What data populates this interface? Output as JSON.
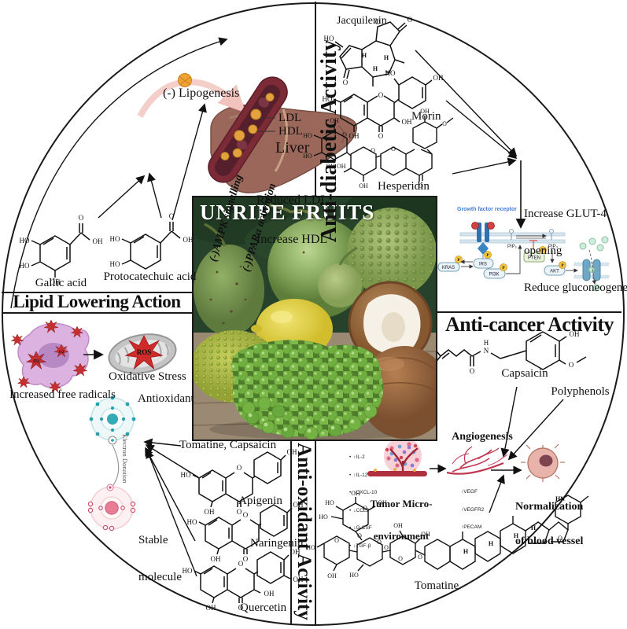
{
  "atoms": {
    "oh": "OH",
    "ho": "HO",
    "o": "O",
    "h": "H",
    "n": "N",
    "hn": "HN",
    "o2": "O2",
    "p": "P",
    "ohoh": "OH OH",
    "ch3": ""
  },
  "center": {
    "title": "UNRIPE FRUITS"
  },
  "lipid": {
    "title": "Lipid Lowering Action",
    "liver": "Liver",
    "lipogenesis": "(-) Lipogenesis",
    "ampk": "(-)AMPK signalling",
    "ppar": "(-)PPARα activation",
    "ldl": "LDL",
    "hdl": "HDL",
    "result1": "Reduced LDL;",
    "result2": "Increase HDL",
    "gallic": "Gallic acid",
    "protocatechuic": "Protocatechuic acid"
  },
  "diabetic": {
    "title": "Anti-diabetic Activity",
    "jacquilenin": "Jacquilenin",
    "morin": "Morin",
    "hesperidin": "Hesperidin",
    "effect1": "Increase GLUT-4",
    "effect2": "opening",
    "effect3": "Reduce gluconeogenesis",
    "receptor": "Growth factor receptor",
    "kras": "KRAS",
    "irs": "IRS",
    "pi3k": "PI3K",
    "pten": "PTEN",
    "akt": "AKT",
    "pip2": "PIP₂",
    "pip3": "PIP₃"
  },
  "cancer": {
    "title": "Anti-cancer Activity",
    "capsaicin": "Capsaicin",
    "polyphenols": "Polyphenols",
    "bullet": "•",
    "tme1": "Tumor Micro-",
    "tme2": "environment",
    "tme_factors": [
      "↑IL-2",
      "↑IL-12",
      "↑CXCL-10",
      "↓CCL2",
      "↓G-CSF",
      "↓TGF-β"
    ],
    "angiogenesis": "Angiogenesis",
    "angio_factors": [
      "↑VEGF",
      "↑VEGFR2",
      "↑PECAM"
    ],
    "norm1": "Normalization",
    "norm2": "of blood vessel",
    "tomatine": "Tomatine"
  },
  "antioxidant": {
    "title": "Anti-oxidant Activity",
    "free_radicals": "Increased free radicals",
    "ros": "ROS",
    "oxidative": "Oxidative Stress",
    "antiox": "Antioxidant",
    "electron": "Electron Donation",
    "stable1": "Stable",
    "stable2": "molecule",
    "tomatine_capsaicin": "Tomatine, Capsaicin",
    "apigenin": "Apigenin",
    "naringenin": "Naringenin",
    "quercetin": "Quercetin"
  },
  "colors": {
    "vessel_red": "#7b2a36",
    "ldl_orange": "#e3a23b",
    "liver_brown": "#9b675a",
    "ros_red": "#cf2b2b",
    "atom_teal": "#35a9b4",
    "atom_pink": "#e87e95",
    "cell_purple": "#dcb3e0",
    "pathway_blue": "#2f72ad",
    "pten_green": "#e7f0dc",
    "phosphate_yellow": "#f3c540",
    "angio_red": "#c23850",
    "pink_arrow": "#f4cfca"
  }
}
